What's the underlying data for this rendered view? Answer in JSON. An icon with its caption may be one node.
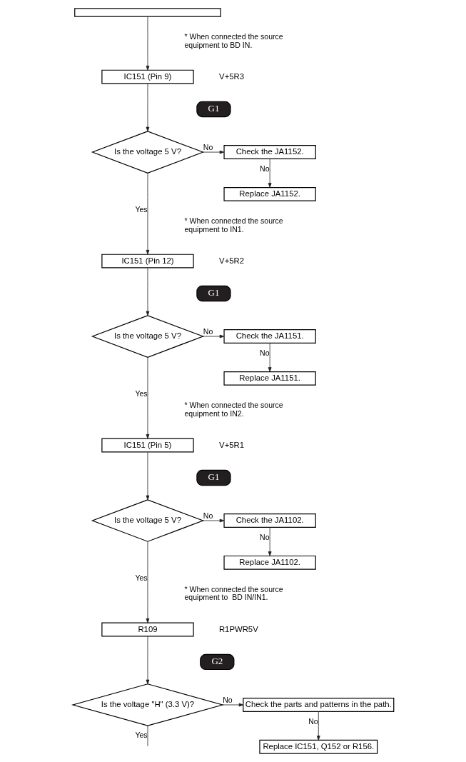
{
  "diagram": {
    "nodes": [
      {
        "text": [],
        "shape": "box"
      },
      {
        "text": [
          "IC151 (Pin 9)"
        ],
        "beside": [
          "V+5R3"
        ]
      },
      {
        "text": [
          "G1"
        ]
      },
      {
        "text": [
          "Is the voltage 5 V?"
        ]
      },
      {
        "text": [
          "Check the JA1152."
        ]
      },
      {
        "text": [
          "Replace JA1152."
        ]
      },
      {
        "text": [
          "IC151 (Pin 12)"
        ],
        "beside": [
          "V+5R2"
        ]
      },
      {
        "text": [
          "G1"
        ]
      },
      {
        "text": [
          "Is the voltage 5 V?"
        ]
      },
      {
        "text": [
          "Check the JA1151."
        ]
      },
      {
        "text": [
          "Replace JA1151."
        ]
      },
      {
        "text": [
          "IC151 (Pin 5)"
        ],
        "beside": [
          "V+5R1"
        ]
      },
      {
        "text": [
          "G1"
        ]
      },
      {
        "text": [
          "Is the voltage 5 V?"
        ]
      },
      {
        "text": [
          "Check the JA1102."
        ]
      },
      {
        "text": [
          "Replace JA1102."
        ]
      },
      {
        "text": [
          "R109"
        ],
        "beside": [
          "R1PWR5V"
        ]
      },
      {
        "text": [
          "G2"
        ]
      },
      {
        "text": [
          "Is the voltage \"H\" (3.3 V)?"
        ]
      },
      {
        "text": [
          "Check the parts and patterns in the path."
        ]
      },
      {
        "text": [
          "Replace IC151, Q152 or R156."
        ]
      }
    ],
    "edges": [
      {
        "from": 0,
        "to": 1,
        "arrow": "to"
      },
      {
        "from": 1,
        "to": 3,
        "arrow": "to"
      },
      {
        "from": 3,
        "to": 4,
        "arrow": "to",
        "label": "No"
      },
      {
        "from": 4,
        "to": 5,
        "arrow": "to",
        "label": "No"
      },
      {
        "from": 3,
        "to": 6,
        "arrow": "to",
        "label": "Yes"
      },
      {
        "from": 6,
        "to": 8,
        "arrow": "to"
      },
      {
        "from": 8,
        "to": 9,
        "arrow": "to",
        "label": "No"
      },
      {
        "from": 9,
        "to": 10,
        "arrow": "to",
        "label": "No"
      },
      {
        "from": 8,
        "to": 11,
        "arrow": "to",
        "label": "Yes"
      },
      {
        "from": 11,
        "to": 13,
        "arrow": "to"
      },
      {
        "from": 13,
        "to": 14,
        "arrow": "to",
        "label": "No"
      },
      {
        "from": 14,
        "to": 15,
        "arrow": "to",
        "label": "No"
      },
      {
        "from": 13,
        "to": 16,
        "arrow": "to",
        "label": "Yes"
      },
      {
        "from": 16,
        "to": 18,
        "arrow": "to"
      },
      {
        "from": 18,
        "to": 19,
        "arrow": "to",
        "label": "No"
      },
      {
        "from": 19,
        "to": 20,
        "arrow": "to",
        "label": "No"
      },
      {
        "from": 18,
        "to": null,
        "arrow": "none",
        "label": "Yes"
      }
    ],
    "labels": [
      "* When connected the source equipment to BD IN.",
      "* When connected the source equipment to IN1.",
      "* When connected the source equipment to IN2.",
      "* When connected the source equipment to  BD IN/IN1."
    ]
  }
}
